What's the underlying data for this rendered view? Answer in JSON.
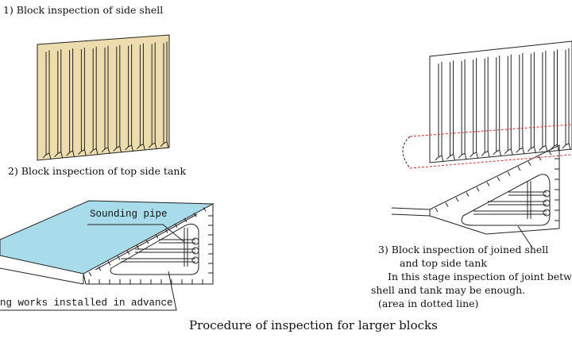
{
  "step1": {
    "label": "1)  Block inspection of side shell"
  },
  "step2": {
    "label": "2)  Block inspection of top side tank",
    "callout_pipe": "Sounding pipe",
    "callout_piping": "ng works installed in advance"
  },
  "step3": {
    "line1": "3)  Block inspection of joined shell",
    "line2": "and top side tank",
    "line3": "In this stage inspection of joint betwe",
    "line4": "shell and tank may be enough.",
    "line5": "(area in dotted line)"
  },
  "caption": "Procedure of inspection for larger blocks",
  "colors": {
    "shell_fill": "#ecdcae",
    "deck_fill": "#a9dcea",
    "joint_line": "#d03030",
    "stroke": "#222222"
  }
}
